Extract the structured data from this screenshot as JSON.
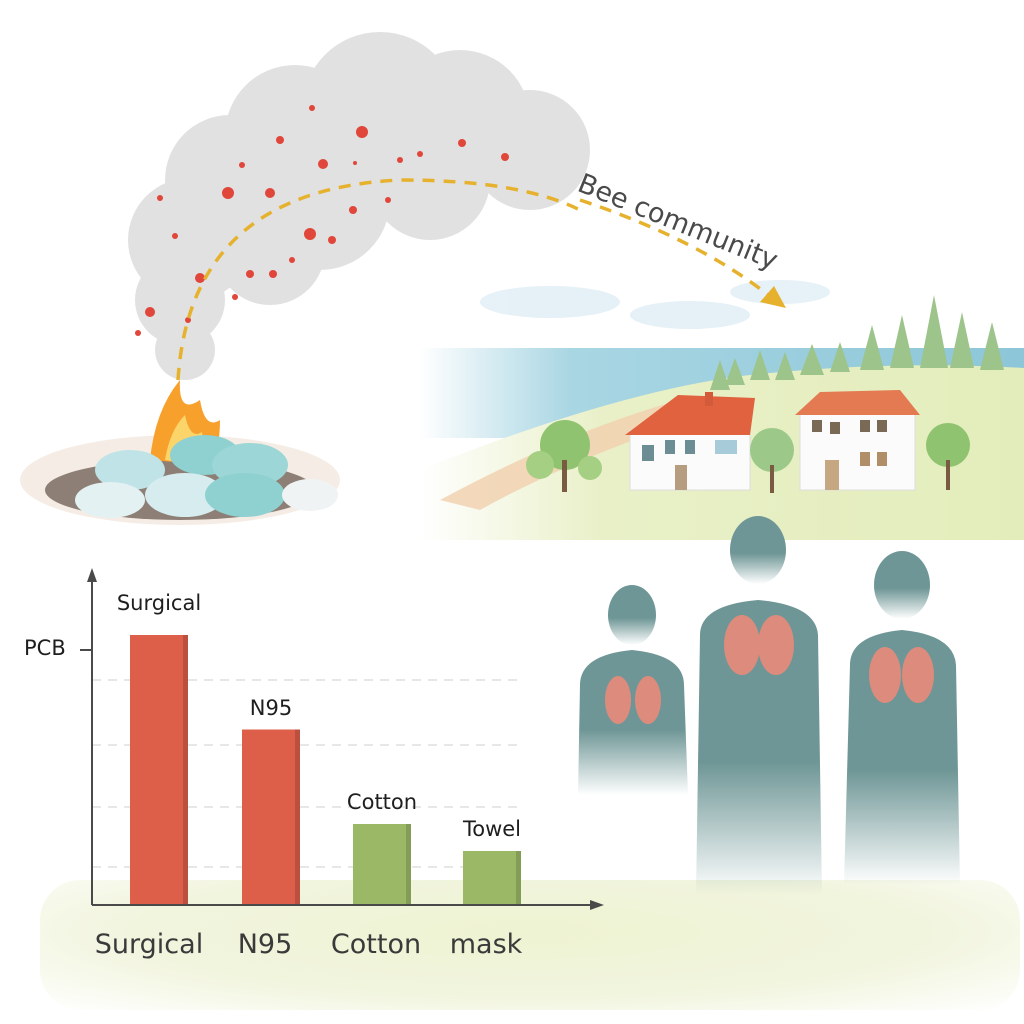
{
  "annotation": {
    "destination_label": "Bee community"
  },
  "scene": {
    "source": "burning-masks-fire",
    "destination": "coastal-village",
    "affected": [
      "child-silhouette",
      "adult-silhouette",
      "woman-silhouette"
    ],
    "colors": {
      "smoke": "#dedede",
      "particles": "#e0463a",
      "path_arrow": "#e6b22e",
      "flame": "#f7a12c",
      "mask_teal": "#8fd0d0",
      "sea": "#a9d6e3",
      "grass": "#e7efc6",
      "roof": "#e0623f",
      "silhouette": "#6f9696",
      "lungs": "#f08a78"
    }
  },
  "chart_data": {
    "type": "bar",
    "title": "",
    "ylabel": "PCB",
    "xlabel": "",
    "categories": [
      "Surgical",
      "N95",
      "Cotton",
      "mask"
    ],
    "bar_labels": [
      "Surgical",
      "N95",
      "Cotton",
      "Towel"
    ],
    "values": [
      100,
      65,
      30,
      20
    ],
    "colors": [
      "#dd5f4a",
      "#dd5f4a",
      "#9ab866",
      "#9ab866"
    ],
    "ylim": [
      0,
      110
    ],
    "grid": "dashed-horizontal",
    "legend": "none",
    "note": "Relative heights read from pixels; y-axis has single tick labeled PCB"
  }
}
